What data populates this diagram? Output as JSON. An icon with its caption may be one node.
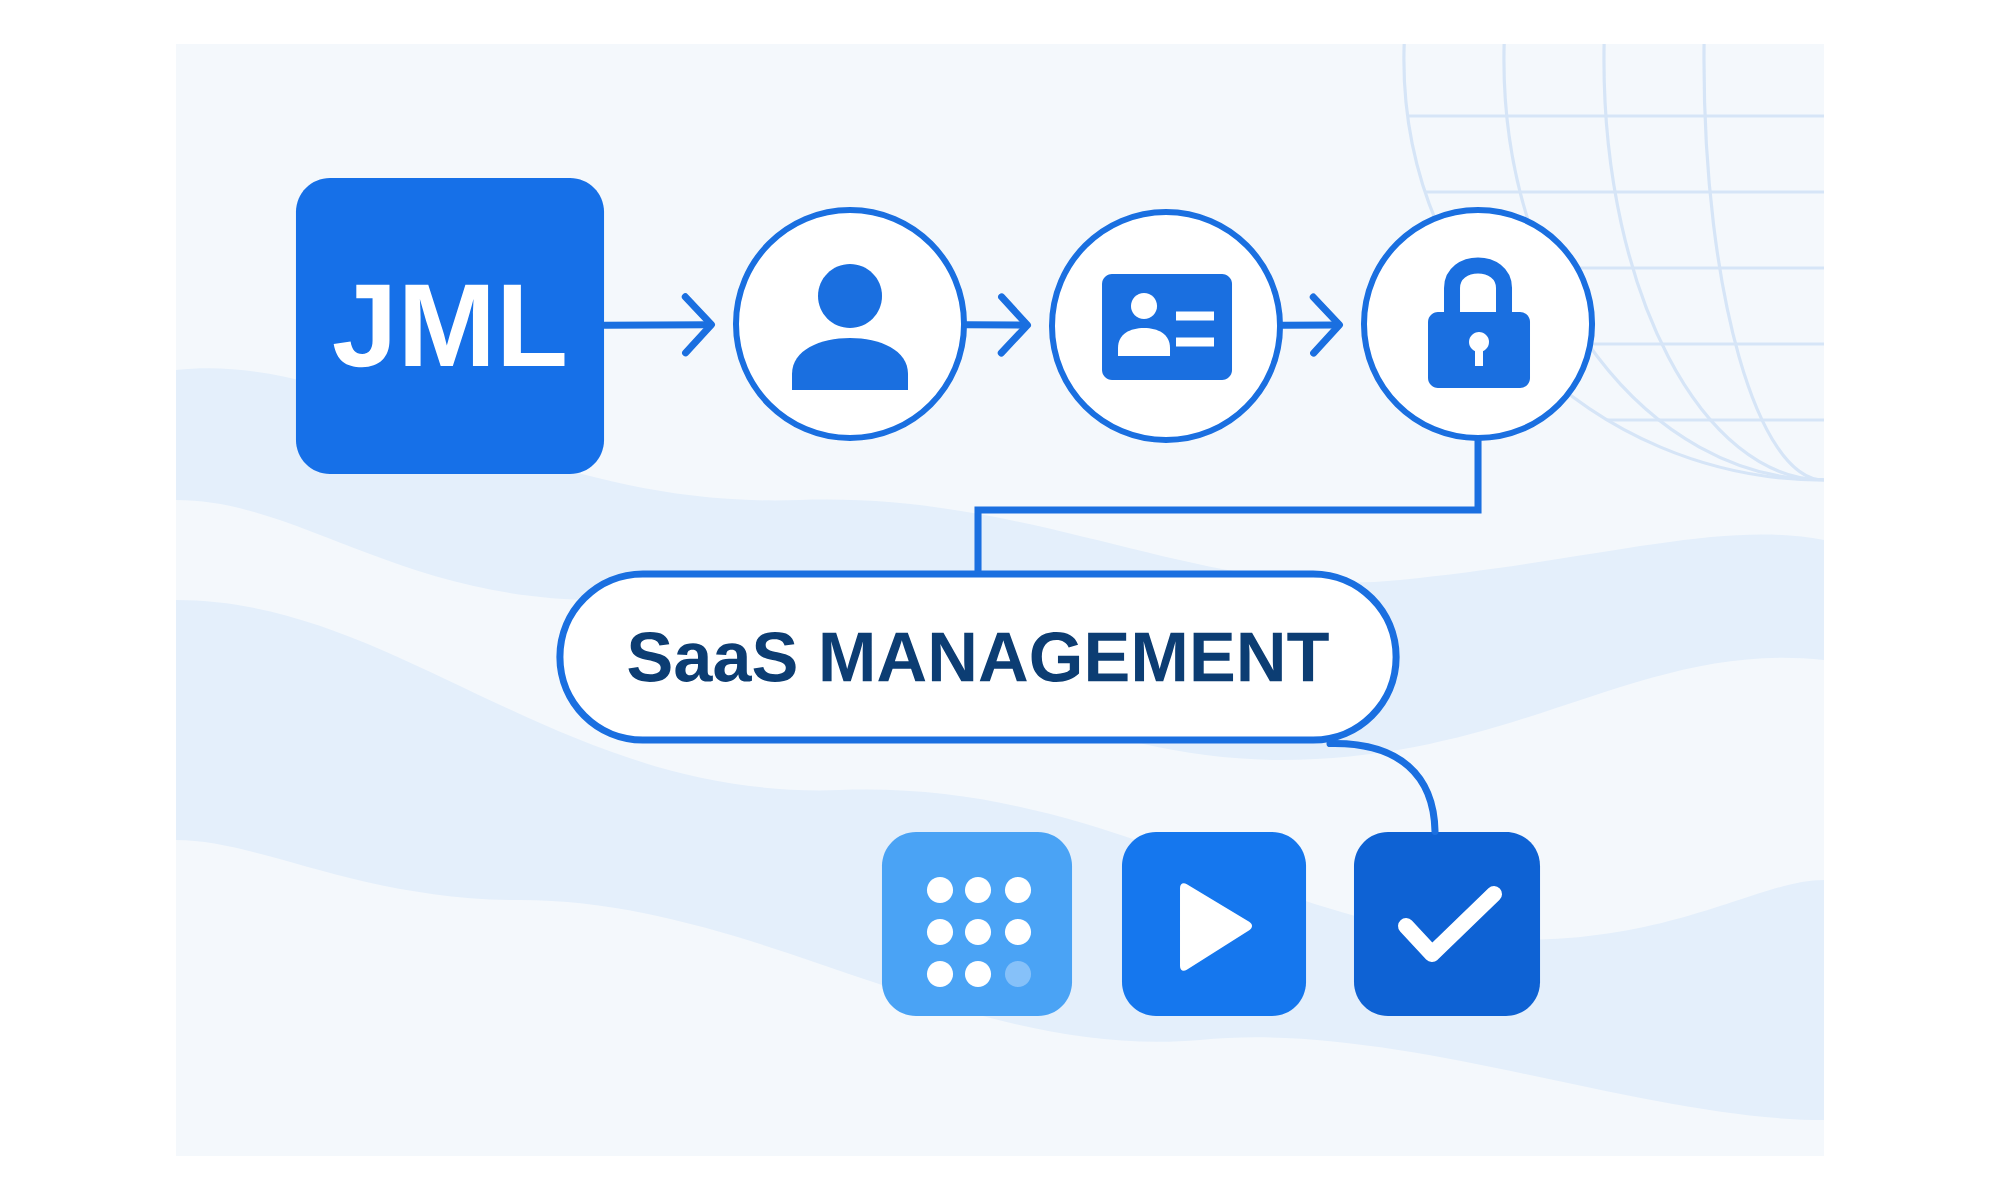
{
  "diagram": {
    "nodes": [
      {
        "text": [
          "JML"
        ]
      },
      {
        "text": [],
        "shape": "circle"
      },
      {
        "text": [],
        "shape": "circle"
      },
      {
        "text": [],
        "shape": "circle"
      },
      {
        "text": [
          "SaaS MANAGEMENT"
        ]
      },
      {
        "text": [],
        "shape": "box"
      },
      {
        "text": [],
        "shape": "box"
      },
      {
        "text": [],
        "shape": "box"
      }
    ],
    "edges": [
      {
        "from": 0,
        "to": 1,
        "arrow": "to"
      },
      {
        "from": 1,
        "to": 2,
        "arrow": "to"
      },
      {
        "from": 2,
        "to": 3,
        "arrow": "to"
      },
      {
        "from": 3,
        "to": 4,
        "arrow": "none"
      },
      {
        "from": 4,
        "to": 7,
        "arrow": "none"
      }
    ]
  }
}
